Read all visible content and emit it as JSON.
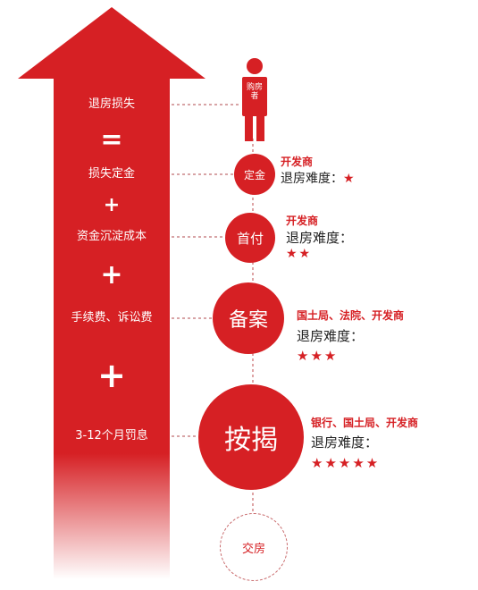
{
  "colors": {
    "accent": "#d62024",
    "dashed_line": "#b04a4c"
  },
  "arrow": {
    "items": [
      {
        "key": "loss",
        "text": "退房损失"
      },
      {
        "key": "equals",
        "text": "="
      },
      {
        "key": "deposit_loss",
        "text": "损失定金"
      },
      {
        "key": "plus1",
        "text": "+"
      },
      {
        "key": "capital_cost",
        "text": "资金沉淀成本"
      },
      {
        "key": "plus2",
        "text": "+"
      },
      {
        "key": "fees",
        "text": "手续费、诉讼费"
      },
      {
        "key": "plus3",
        "text": "+"
      },
      {
        "key": "penalty",
        "text": "3-12个月罚息"
      }
    ]
  },
  "person": {
    "icon": "person-icon",
    "label": "购房者"
  },
  "stages": [
    {
      "name": "定金",
      "parties": "开发商",
      "difficulty_label": "退房难度：",
      "stars": 1
    },
    {
      "name": "首付",
      "parties": "开发商",
      "difficulty_label": "退房难度：",
      "stars": 2
    },
    {
      "name": "备案",
      "parties": "国土局、法院、开发商",
      "difficulty_label": "退房难度：",
      "stars": 3
    },
    {
      "name": "按揭",
      "parties": "银行、国土局、开发商",
      "difficulty_label": "退房难度：",
      "stars": 5
    }
  ],
  "handover": {
    "name": "交房"
  }
}
